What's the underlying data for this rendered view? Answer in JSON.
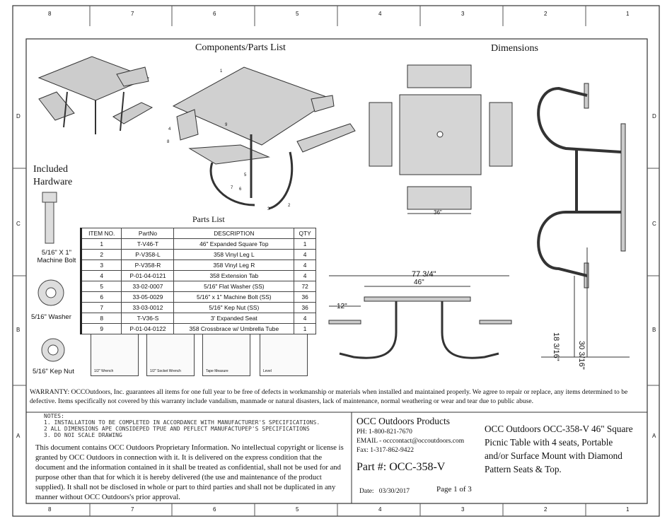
{
  "frame": {
    "columns": [
      "8",
      "7",
      "6",
      "5",
      "4",
      "3",
      "2",
      "1"
    ],
    "rows": [
      "D",
      "C",
      "B",
      "A"
    ]
  },
  "headings": {
    "components": "Components/Parts List",
    "dimensions": "Dimensions",
    "hardware": "Included\nHardware",
    "parts_list": "Parts List"
  },
  "hardware": [
    {
      "label": "5/16\" X 1\"\nMachine Bolt"
    },
    {
      "label": "5/16\" Washer"
    },
    {
      "label": "5/16\" Kep Nut"
    }
  ],
  "parts_table": {
    "headers": [
      "ITEM NO.",
      "PartNo",
      "DESCRIPTION",
      "QTY"
    ],
    "rows": [
      [
        "1",
        "T-V46-T",
        "46\" Expanded Square Top",
        "1"
      ],
      [
        "2",
        "P-V358-L",
        "358 Vinyl Leg L",
        "4"
      ],
      [
        "3",
        "P-V358-R",
        "358 Vinyl Leg R",
        "4"
      ],
      [
        "4",
        "P-01-04-0121",
        "358 Extension Tab",
        "4"
      ],
      [
        "5",
        "33-02-0007",
        "5/16\" Flat Washer (SS)",
        "72"
      ],
      [
        "6",
        "33-05-0029",
        "5/16\" x 1\" Machine Bolt (SS)",
        "36"
      ],
      [
        "7",
        "33-03-0012",
        "5/16\" Kep Nut (SS)",
        "36"
      ],
      [
        "8",
        "T-V36-S",
        "3' Expanded Seat",
        "4"
      ],
      [
        "9",
        "P-01-04-0122",
        "358 Crossbrace w/ Umbrella Tube",
        "1"
      ]
    ]
  },
  "tools": [
    "1/2\" Wrench",
    "1/2\" Socket Wrench",
    "Tape Measure",
    "Level"
  ],
  "callouts": [
    "1",
    "2",
    "3",
    "4",
    "5",
    "6",
    "7",
    "8",
    "9"
  ],
  "dimensions": {
    "seat_width": "36\"",
    "overall_width": "77 3/4\"",
    "top_width": "46\"",
    "overhang": "12\"",
    "seat_height": "18 3/16\"",
    "table_height": "30 3/16\""
  },
  "warranty": "WARRANTY: OCCOutdoors, Inc. guarantees all items for one full year to be free of defects in workmanship or materials when installed and maintained properly. We agree to repair or replace, any items determined to be defective. Items specifically not covered by this warranty include vandalism, manmade or natural disasters, lack of maintenance, normal weathering or wear and tear due to public abuse.",
  "notes": [
    "NOTES:",
    "1. INSTALLATION TO BE COMPLETED IN ACCORDANCE WITH MANUFACTURER'S SPECIFICATIONS.",
    "2  ALL DIMENSIONS APE CONSIDEPED TPUE AND PEFLECT MANUFACTUPEP'S SPECIFICATIONS",
    "3. DO NOI SCALE DRAWING"
  ],
  "proprietary": "This document contains OCC Outdoors Proprietary Information. No intellectual copyright or license is granted by OCC Outdoors in connection with it. It is delivered on the express condition that the document and the information contained in it shall be treated as confidential, shall not be used for and purpose other than that for which it is hereby delivered (the use and maintenance of the product supplied). It shall not be disclosed in whole or part to third parties and shall not be duplicated in any manner without OCC Outdoors's prior approval.",
  "title_block": {
    "company": "OCC Outdoors Products",
    "phone": "PH: 1-800-821-7670",
    "email": "EMAIL - occcontact@occoutdoors.com",
    "fax": "Fax:  1-317-862-9422",
    "part": "Part #: OCC-358-V",
    "date_label": "Date:",
    "date": "03/30/2017",
    "page": "Page 1 of 3",
    "description": "OCC Outdoors OCC-358-V 46\" Square Picnic Table with 4 seats, Portable and/or Surface Mount with Diamond Pattern Seats & Top."
  }
}
